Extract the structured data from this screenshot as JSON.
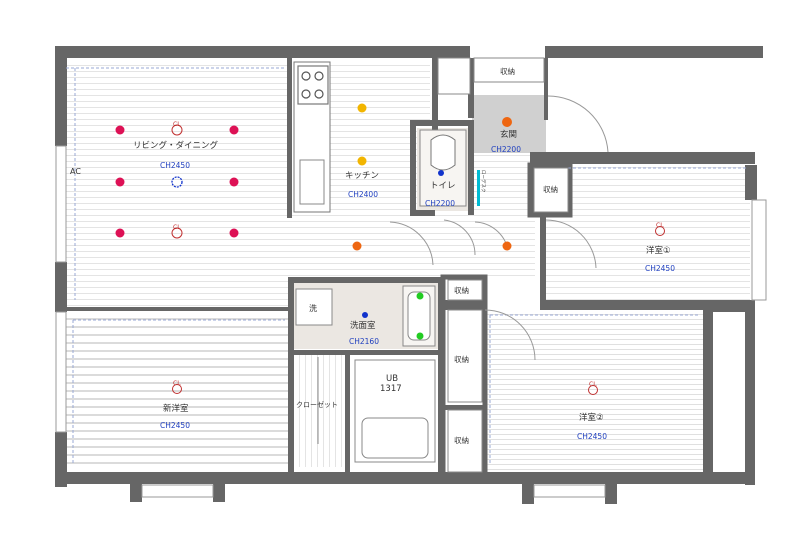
{
  "rooms": {
    "living": {
      "name": "リビング・ダイニング",
      "ceiling": "CH2450",
      "cl": "CL"
    },
    "kitchen": {
      "name": "キッチン",
      "ceiling": "CH2400"
    },
    "toilet": {
      "name": "トイレ",
      "ceiling": "CH2200"
    },
    "entrance": {
      "name": "玄関",
      "ceiling": "CH2200"
    },
    "western1": {
      "name": "洋室①",
      "ceiling": "CH2450",
      "cl": "CL"
    },
    "western2": {
      "name": "洋室②",
      "ceiling": "CH2450",
      "cl": "CL"
    },
    "new_western": {
      "name": "新洋室",
      "ceiling": "CH2450",
      "cl": "CL"
    },
    "washroom": {
      "name": "洗面室",
      "ceiling": "CH2160"
    },
    "bath": {
      "name": "UB",
      "size": "1317"
    },
    "closet": {
      "name": "クローゼット"
    }
  },
  "storage": {
    "label": "収納"
  },
  "ac": {
    "label": "AC"
  },
  "washer": {
    "label": "洗"
  },
  "toilet_rail": {
    "label": "ローデスク"
  },
  "colors": {
    "wall": "#666666",
    "floor_line": "#e2e2e2",
    "entrance_floor": "#d0d0d0",
    "washroom_floor": "#ebe7e2",
    "downlight_red": "#dd1155",
    "downlight_yellow": "#f2b500",
    "downlight_orange": "#ee6611",
    "downlight_blue": "#1133cc",
    "light_green": "#22cc22",
    "accent_cyan": "#00bcd4",
    "ceiling_text": "#1f3fbf"
  }
}
